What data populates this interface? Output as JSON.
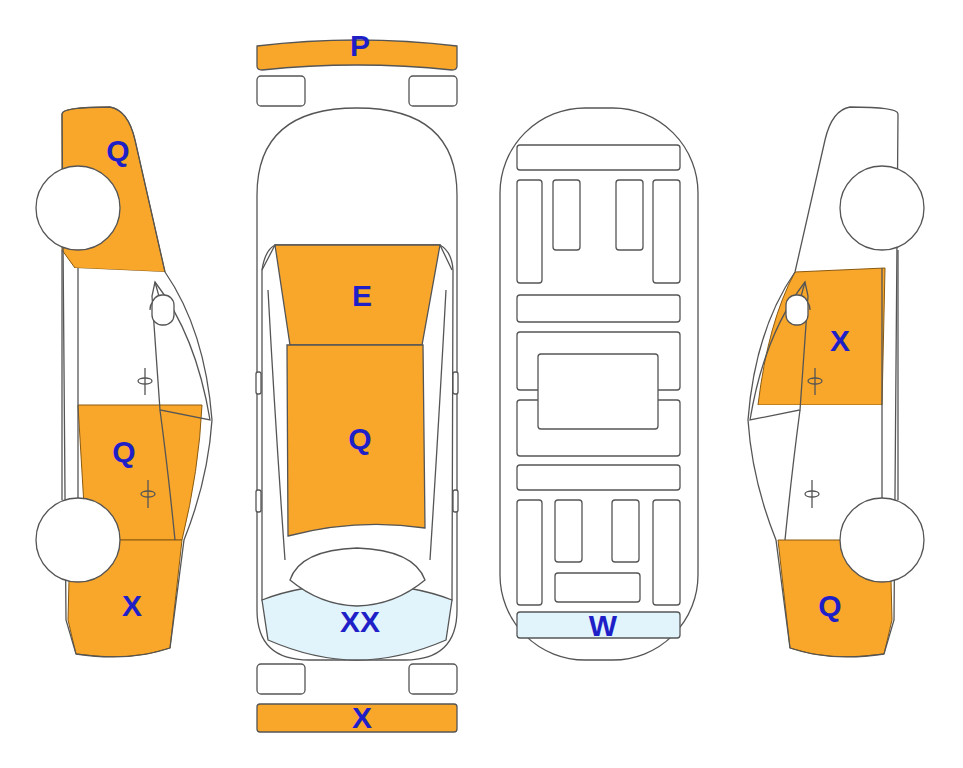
{
  "diagram": {
    "labels": [
      "P",
      "Q",
      "E",
      "X",
      "Q",
      "Q",
      "Q",
      "X",
      "XX",
      "W",
      "X"
    ]
  }
}
